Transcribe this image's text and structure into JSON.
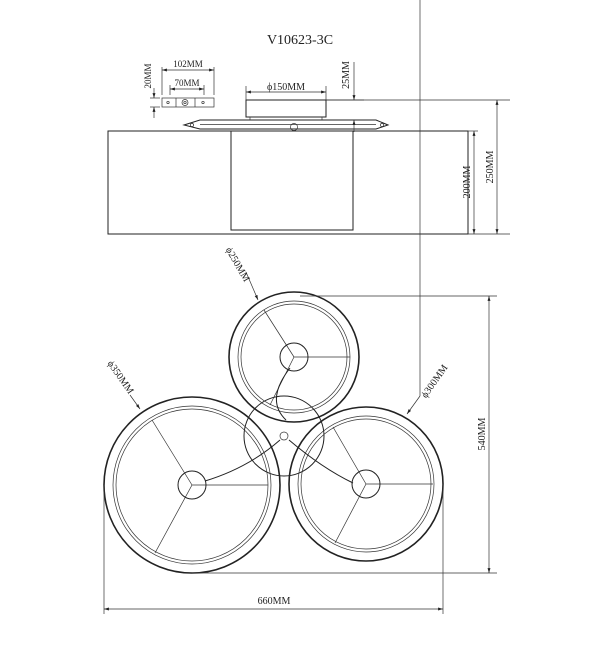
{
  "title": "V10623-3C",
  "dimensions": {
    "canopy_width": "102MM",
    "canopy_height": "20MM",
    "bracket_width": "70MM",
    "base_diameter": "ϕ150MM",
    "base_height": "25MM",
    "shade_height": "200MM",
    "total_height": "250MM",
    "small_shade_diameter": "ϕ250MM",
    "large_shade_diameter": "ϕ350MM",
    "medium_shade_diameter": "ϕ300MM",
    "total_depth": "540MM",
    "total_width": "660MM"
  },
  "colors": {
    "line": "#222222",
    "background": "#ffffff"
  }
}
